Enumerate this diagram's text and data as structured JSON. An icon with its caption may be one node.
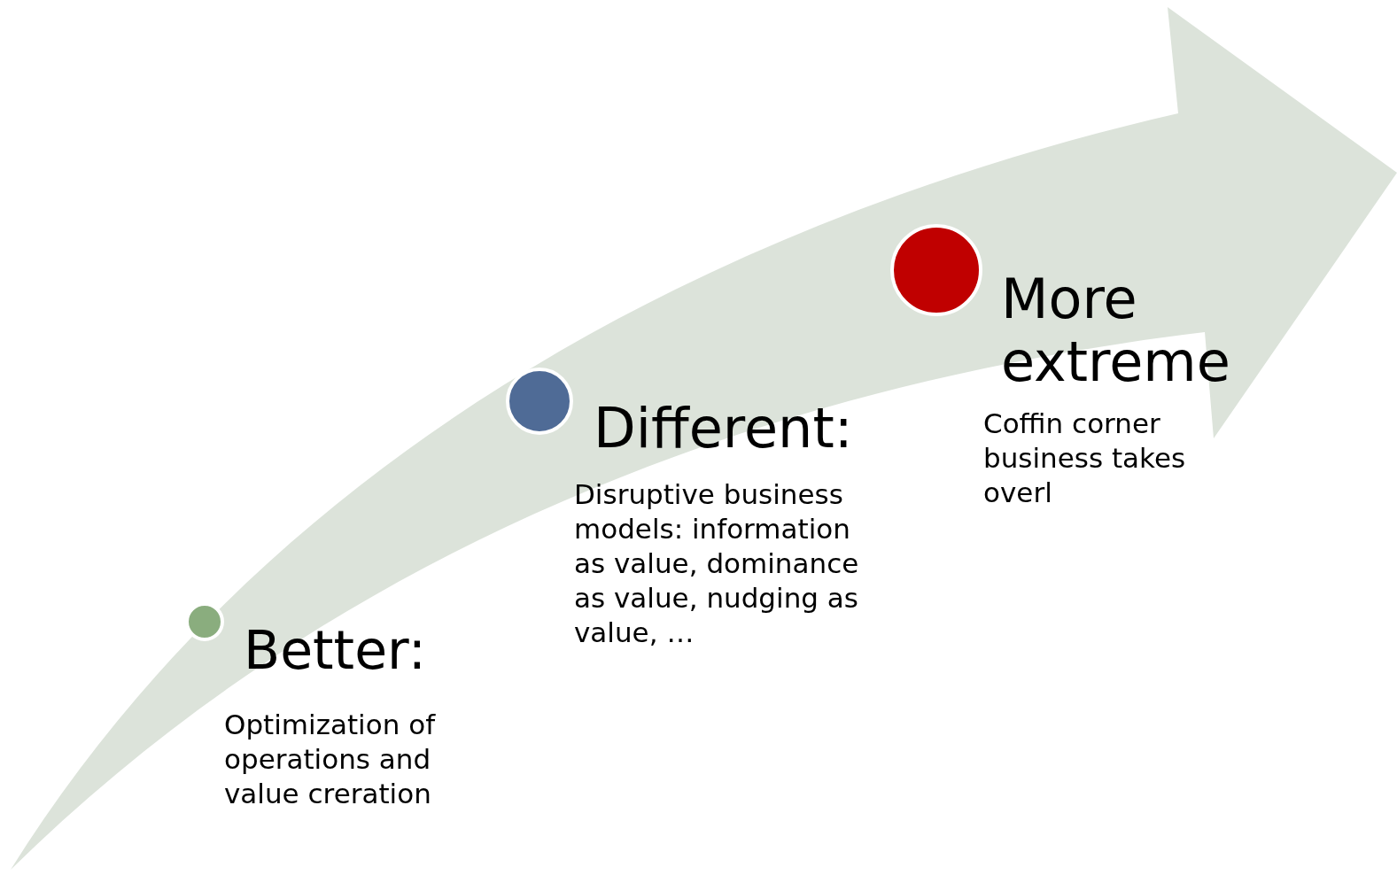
{
  "diagram": {
    "nodes": [
      {
        "text": [],
        "shape": "circle"
      },
      {
        "text": [
          "Better:",
          "Optimization of operations and value creration"
        ]
      },
      {
        "text": [],
        "shape": "circle"
      },
      {
        "text": [
          "Different:",
          "Disruptive business models: information as value, dominance as value, nudging as value, …"
        ]
      },
      {
        "text": [],
        "shape": "circle"
      },
      {
        "text": [
          "More extreme",
          "Coffin corner business takes overl"
        ]
      }
    ]
  }
}
